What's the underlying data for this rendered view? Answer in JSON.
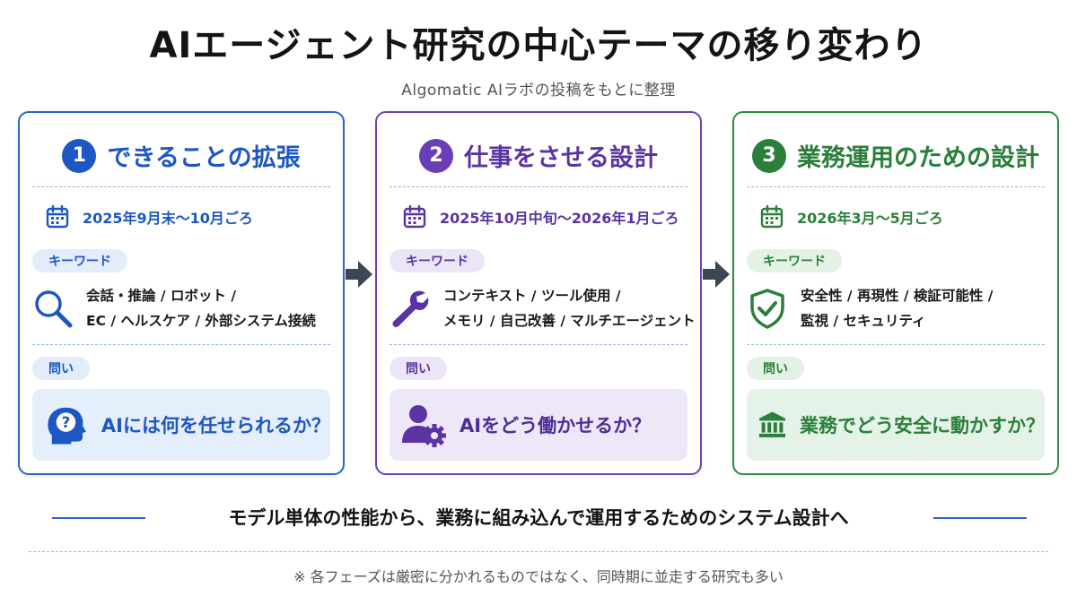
{
  "title": "AIエージェント研究の中心テーマの移り変わり",
  "subtitle": "Algomatic AIラボの投稿をもとに整理",
  "cards": [
    {
      "number": "1",
      "heading": "できることの拡張",
      "period": "2025年9月末〜10月ごろ",
      "keyword_tag": "キーワード",
      "keywords_line1": "会話・推論 / ロボット /",
      "keywords_line2": "EC / ヘルスケア / 外部システム接続",
      "question_tag": "問い",
      "question": "AIには何を任せられるか？",
      "color": "#1d57c4"
    },
    {
      "number": "2",
      "heading": "仕事をさせる設計",
      "period": "2025年10月中旬〜2026年1月ごろ",
      "keyword_tag": "キーワード",
      "keywords_line1": "コンテキスト / ツール使用 /",
      "keywords_line2": "メモリ / 自己改善 / マルチエージェント",
      "question_tag": "問い",
      "question": "AIをどう働かせるか？",
      "color": "#6a3fb3"
    },
    {
      "number": "3",
      "heading": "業務運用のための設計",
      "period": "2026年3月〜5月ごろ",
      "keyword_tag": "キーワード",
      "keywords_line1": "安全性 / 再現性 / 検証可能性 /",
      "keywords_line2": "監視 / セキュリティ",
      "question_tag": "問い",
      "question": "業務でどう安全に動かすか？",
      "color": "#2a7f3b"
    }
  ],
  "conclusion": "モデル単体の性能から、業務に組み込んで運用するためのシステム設計へ",
  "note": "※ 各フェーズは厳密に分かれるものではなく、同時期に並走する研究も多い",
  "icons": {
    "period": "calendar-icon",
    "card1_keyword": "magnifier-icon",
    "card2_keyword": "wrench-icon",
    "card3_keyword": "shield-check-icon",
    "card1_question": "head-question-icon",
    "card2_question": "person-gear-icon",
    "card3_question": "bank-building-icon",
    "flow": "arrow-right-icon"
  }
}
